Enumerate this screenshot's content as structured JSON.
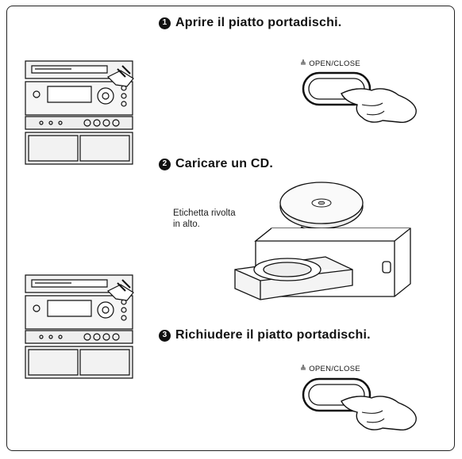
{
  "steps": [
    {
      "number": "1",
      "text": "Aprire il piatto portadischi."
    },
    {
      "number": "2",
      "text": "Caricare un CD."
    },
    {
      "number": "3",
      "text": "Richiudere il piatto portadischi."
    }
  ],
  "button": {
    "label": "≜ OPEN/CLOSE"
  },
  "note": {
    "line1": "Etichetta rivolta",
    "line2": "in alto."
  },
  "icons": [
    "stereo-system-icon",
    "pointing-hand-icon",
    "cd-disc-icon",
    "cd-tray-icon",
    "curved-arrow-icon"
  ]
}
